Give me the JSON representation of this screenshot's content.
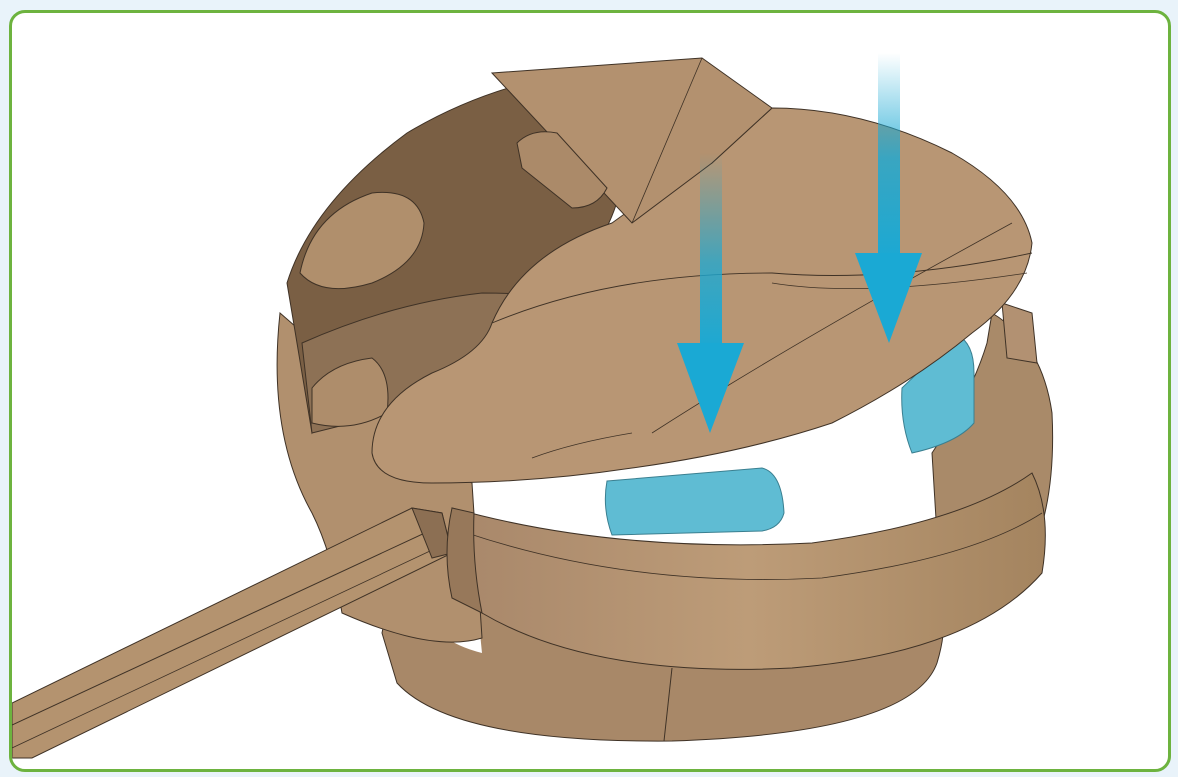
{
  "illustration": {
    "subject": "cardboard-turret-assembly",
    "colors": {
      "frame_border": "#6db33f",
      "background": "#ffffff",
      "page_background": "#e9f3fa",
      "cardboard": "#b5946f",
      "cardboard_dark": "#8f7254",
      "cardboard_shadow": "#5f4b37",
      "tab": "#5fbcd3",
      "arrow": "#1aa9d4"
    },
    "arrows": {
      "count": 2,
      "direction": "down",
      "icon": "arrow-down-icon"
    },
    "tabs": {
      "count": 2,
      "icon": "insert-tab"
    }
  }
}
